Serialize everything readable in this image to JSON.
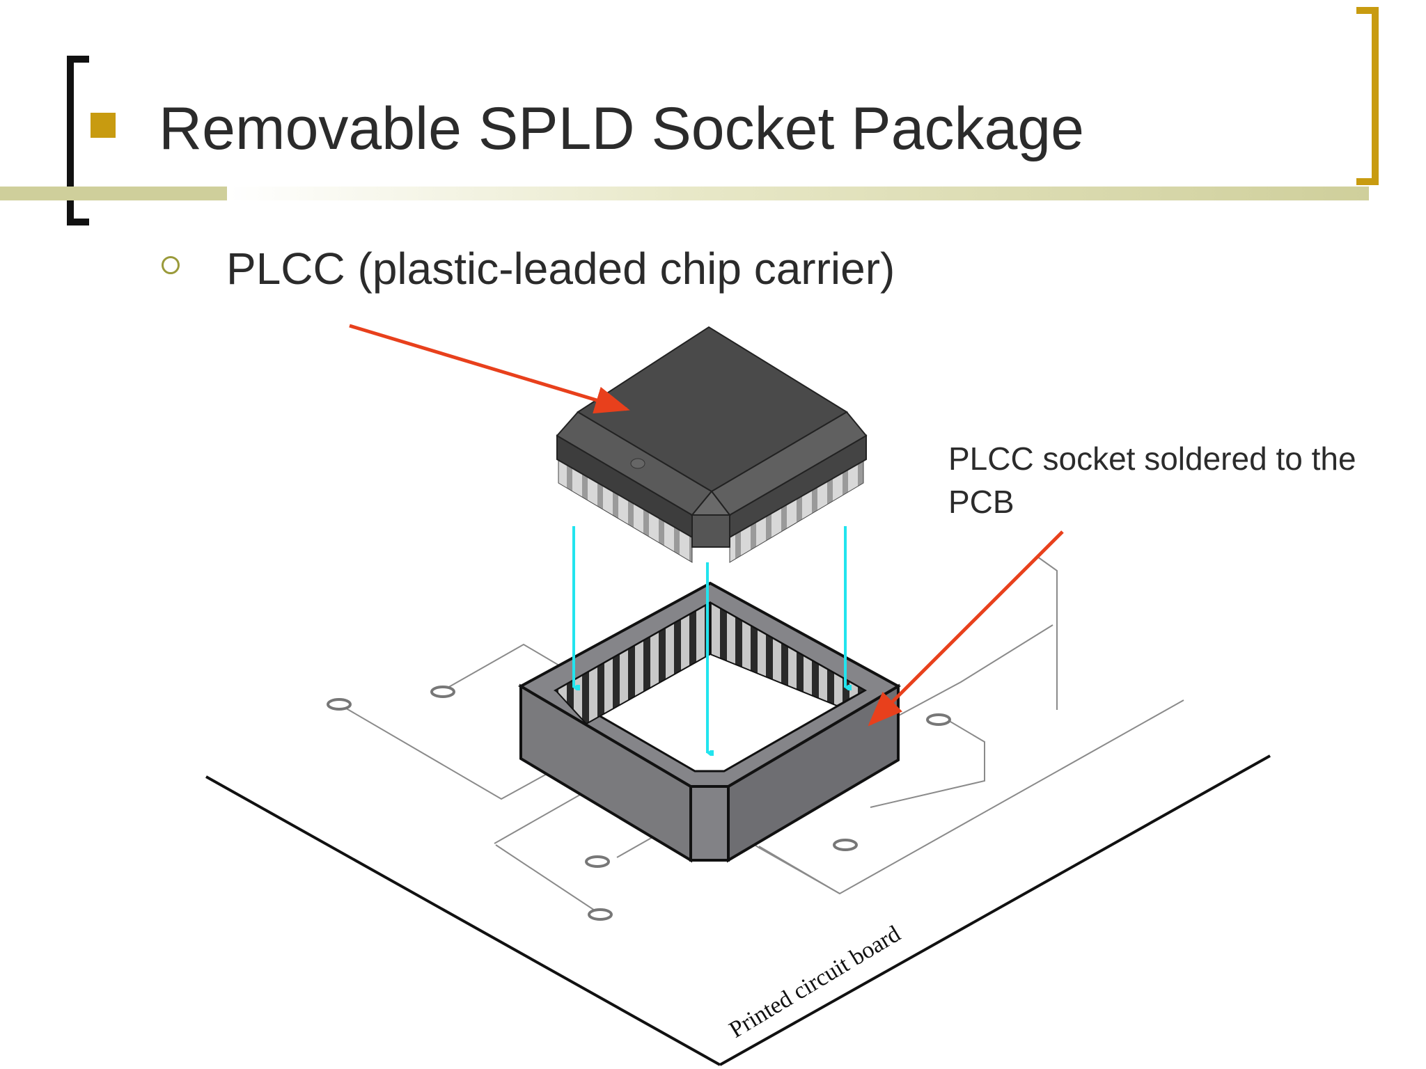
{
  "slide": {
    "title": "Removable SPLD Socket Package",
    "bullet": "PLCC (plastic-leaded chip carrier)",
    "socket_label": "PLCC socket soldered to the PCB",
    "board_label": "Printed circuit board"
  },
  "colors": {
    "accent_gold": "#C89B10",
    "rule_olive": "#CFCF9B",
    "bracket_dark": "#111111",
    "pointer_arrow": "#E8401C",
    "insert_arrow": "#22E4EE",
    "chip_body": "#4A4A4A",
    "socket_body": "#7D7D80"
  }
}
